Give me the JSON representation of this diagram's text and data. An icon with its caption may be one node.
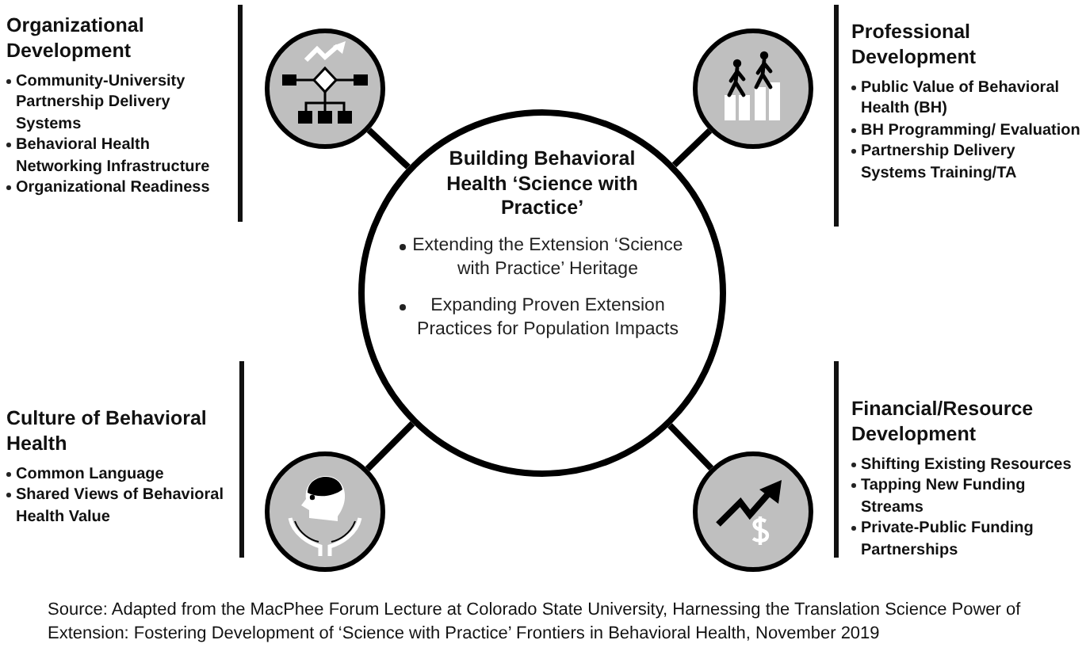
{
  "diagram": {
    "caption": "Source: Adapted from the MacPhee Forum Lecture at Colorado State University, Harnessing the Translation Science Power of Extension:  Fostering Development of ‘Science with Practice’ Frontiers in Behavioral Health, November 2019",
    "nodes": [
      {
        "text": [
          "Building Behavioral Health ‘Science with Practice’",
          "Extending the Extension ‘Science with Practice’ Heritage",
          "Expanding Proven Extension Practices for Population Impacts"
        ]
      },
      {
        "text": [],
        "shape": "circle",
        "beside": [
          "Organizational Development",
          "Community-University Partnership Delivery Systems",
          "Behavioral Health Networking Infrastructure",
          "Organizational Readiness"
        ]
      },
      {
        "text": [],
        "shape": "circle",
        "beside": [
          "Professional Development",
          "Public Value of Behavioral Health (BH)",
          "BH Programming/ Evaluation",
          "Partnership Delivery Systems Training/TA"
        ]
      },
      {
        "text": [],
        "shape": "circle",
        "beside": [
          "Culture of Behavioral Health",
          "Common Language",
          "Shared Views of Behavioral Health Value"
        ]
      },
      {
        "text": [],
        "shape": "circle",
        "beside": [
          "Financial/Resource Development",
          "Shifting Existing Resources",
          "Tapping New Funding Streams",
          "Private-Public Funding Partnerships"
        ]
      }
    ],
    "edges": [
      {
        "from": 1,
        "to": 0,
        "arrow": "none"
      },
      {
        "from": 2,
        "to": 0,
        "arrow": "none"
      },
      {
        "from": 3,
        "to": 0,
        "arrow": "none"
      },
      {
        "from": 4,
        "to": 0,
        "arrow": "none"
      }
    ]
  }
}
